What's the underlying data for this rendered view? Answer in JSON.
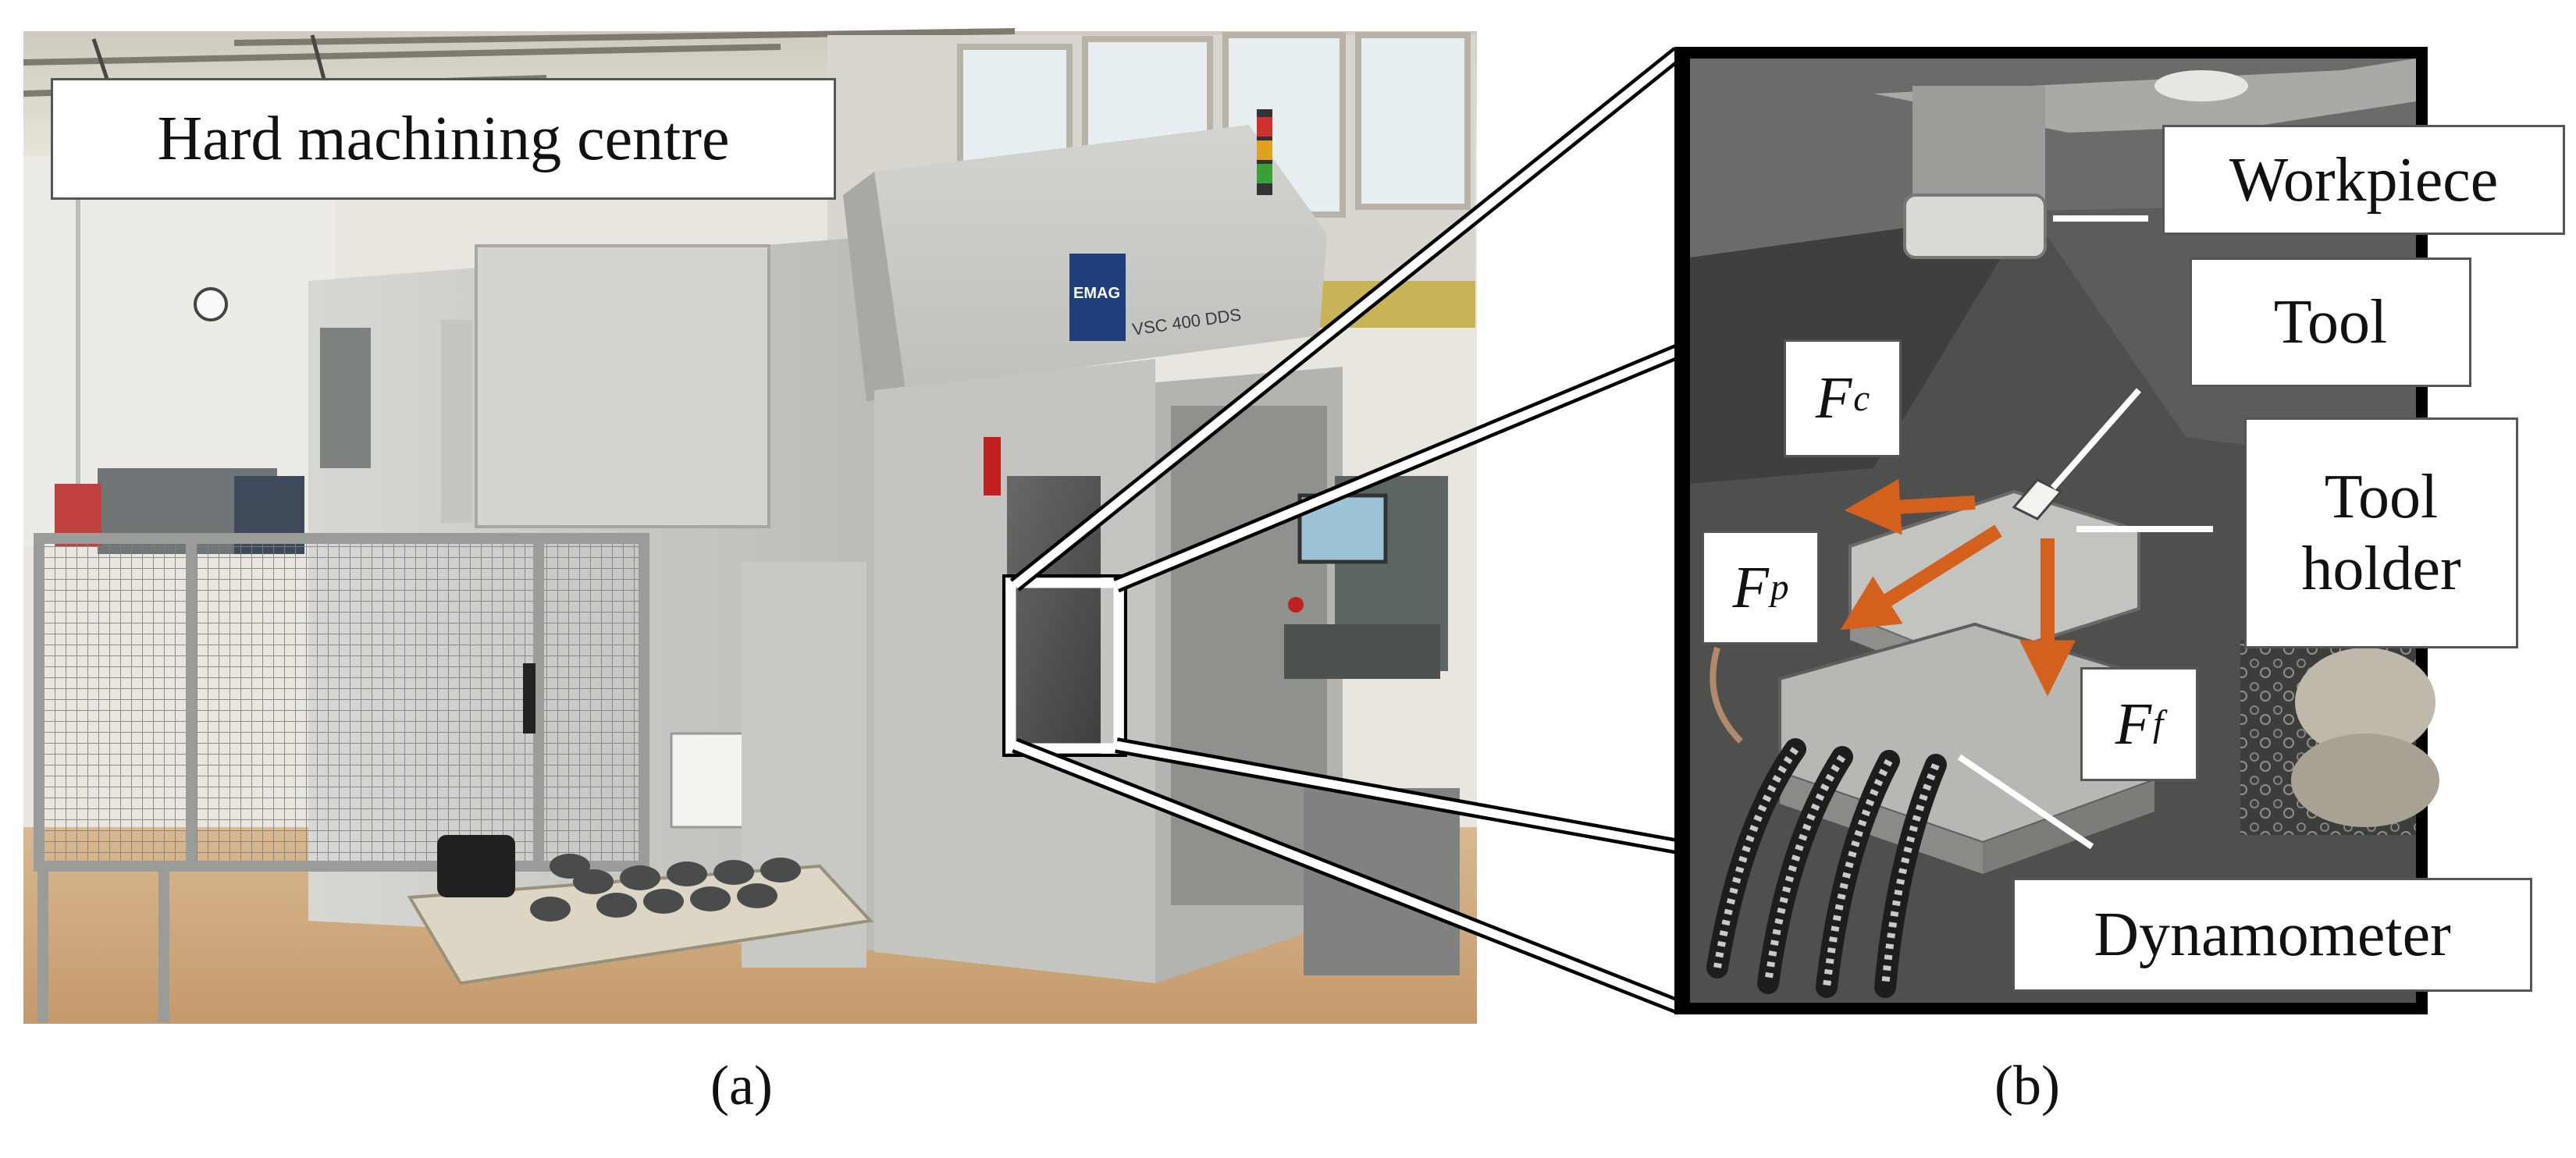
{
  "panel_a": {
    "label": "Hard machining centre",
    "machine_logo": "EMAG",
    "machine_model": "VSC 400 DDS",
    "caption": "(a)"
  },
  "panel_b": {
    "caption": "(b)",
    "labels": {
      "workpiece": "Workpiece",
      "tool": "Tool",
      "tool_holder_line1": "Tool",
      "tool_holder_line2": "holder",
      "dynamometer": "Dynamometer"
    },
    "forces": {
      "fc_main": "F",
      "fc_sub": "c",
      "fp_main": "F",
      "fp_sub": "p",
      "ff_main": "F",
      "ff_sub": "f"
    },
    "arrow_color": "#d4601e"
  }
}
